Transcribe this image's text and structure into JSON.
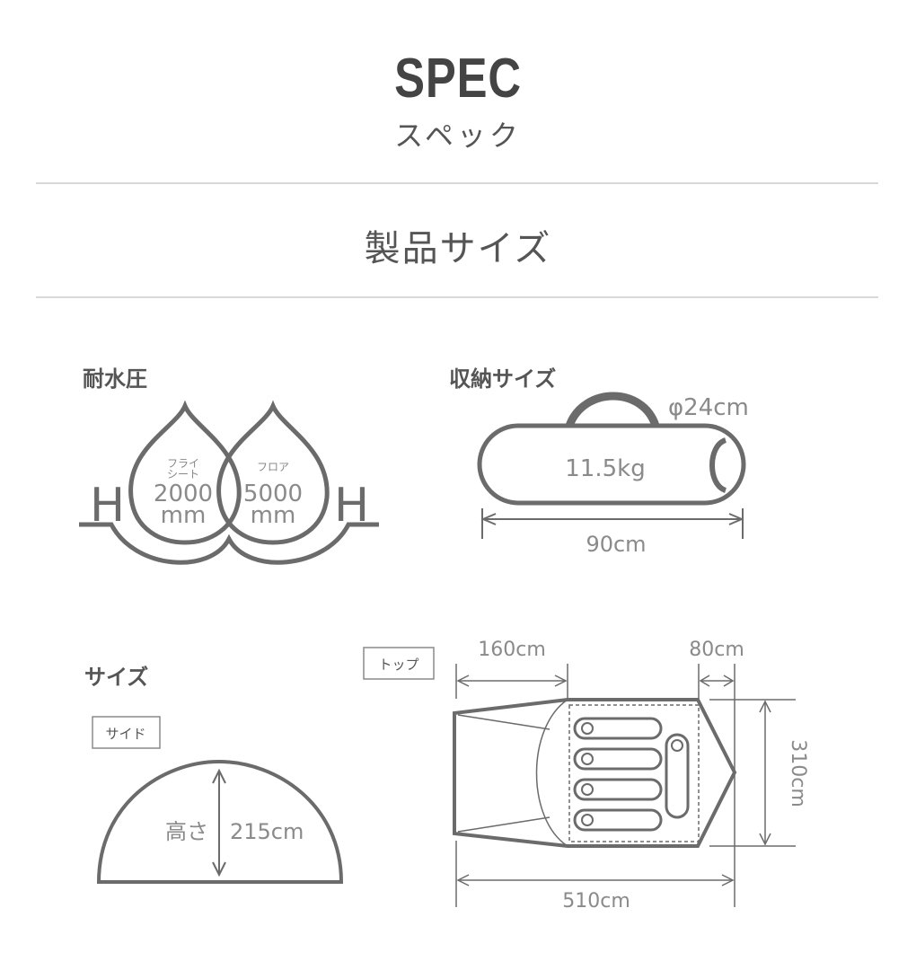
{
  "header": {
    "title_en": "SPEC",
    "title_ja": "スペック"
  },
  "section": {
    "title": "製品サイズ"
  },
  "water_pressure": {
    "label": "耐水圧",
    "h_symbol": "H",
    "fly_sheet_label_line1": "フライ",
    "fly_sheet_label_line2": "シート",
    "fly_sheet_value": "2000",
    "fly_sheet_unit": "mm",
    "floor_label": "フロア",
    "floor_value": "5000",
    "floor_unit": "mm"
  },
  "storage": {
    "label": "収納サイズ",
    "diameter": "φ24cm",
    "weight": "11.5kg",
    "length": "90cm"
  },
  "size": {
    "label": "サイズ",
    "side_tag": "サイド",
    "height_label": "高さ",
    "height_value": "215cm",
    "top_tag": "トップ",
    "vestibule_length": "160cm",
    "rear_length": "80cm",
    "width": "310cm",
    "total_length": "510cm"
  },
  "colors": {
    "line": "#6b6b6b",
    "text": "#555555",
    "rule": "#d8d8d8"
  }
}
